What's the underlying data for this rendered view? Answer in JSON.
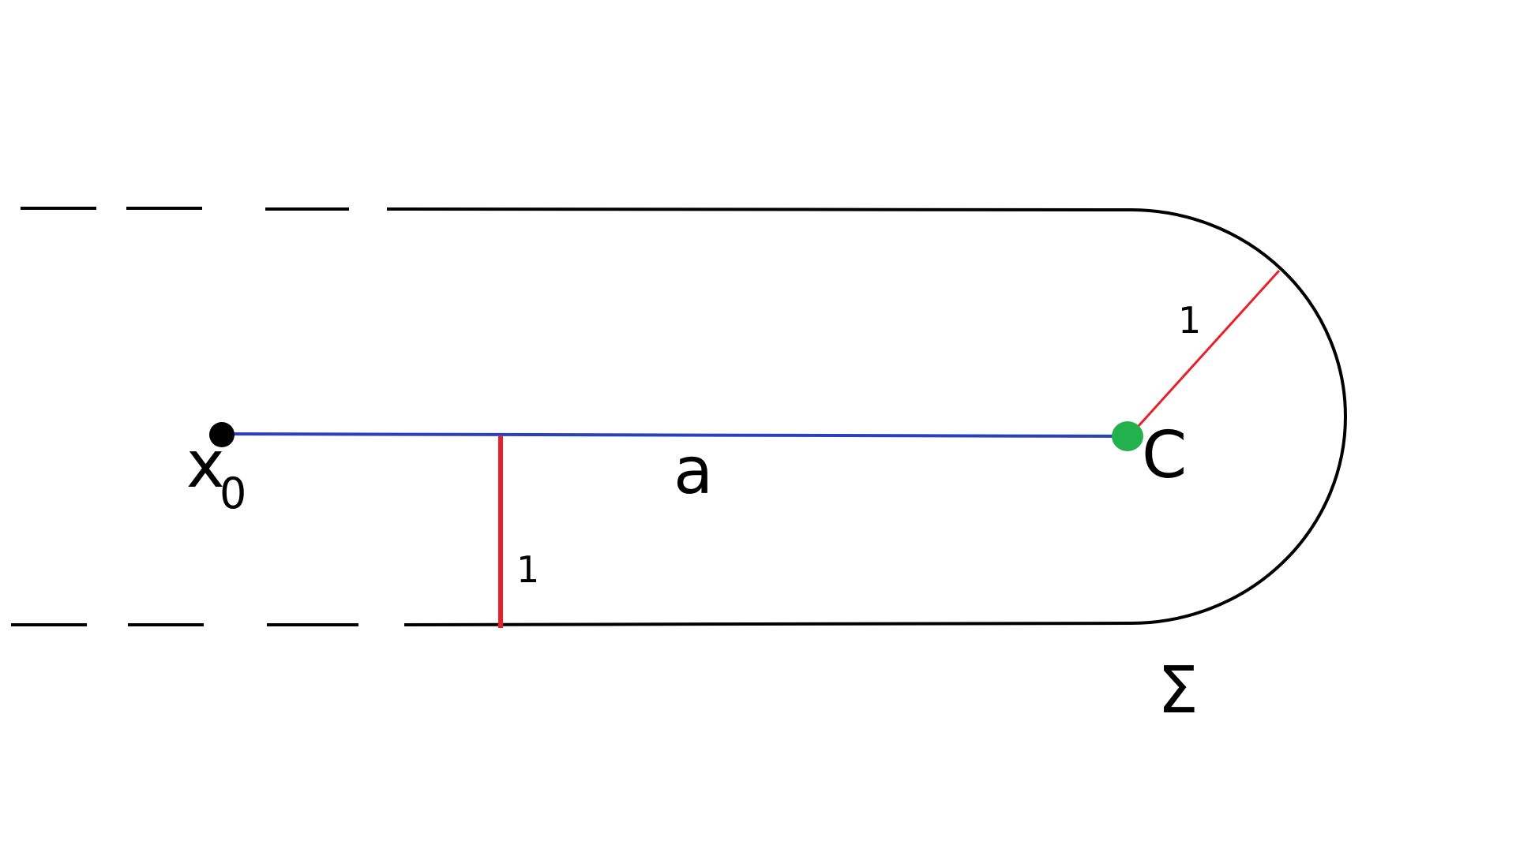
{
  "colors": {
    "background": "#ffffff",
    "boundary": "#000000",
    "axis": "#2b3fbf",
    "radius": "#e8202a",
    "point_x0": "#000000",
    "point_c": "#22b14c"
  },
  "labels": {
    "x0_main": "x",
    "x0_sub": "0",
    "a": "a",
    "c": "C",
    "sigma": "Σ",
    "radius_vertical": "1",
    "radius_diagonal": "1"
  }
}
